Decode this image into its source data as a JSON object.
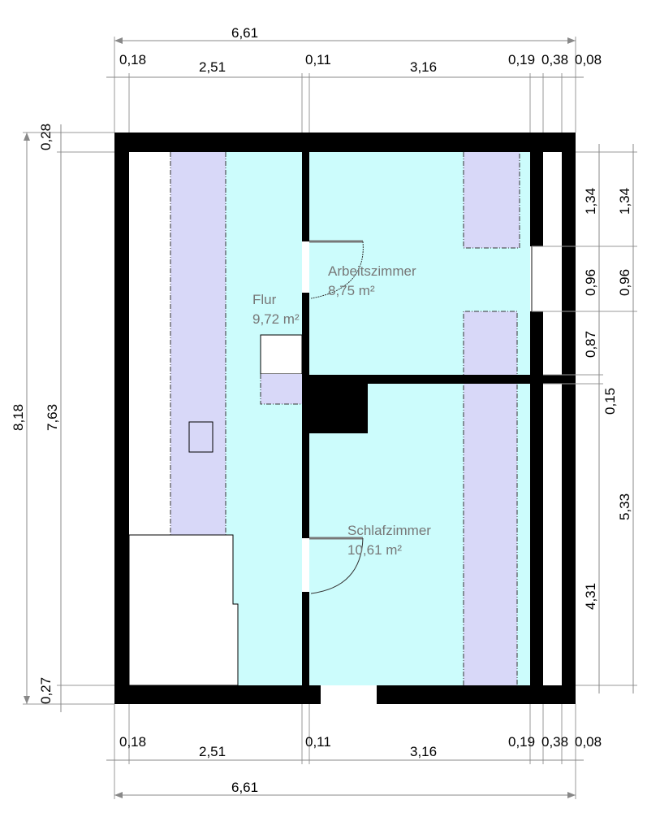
{
  "plan": {
    "rooms": [
      {
        "name": "Flur",
        "area": "9,72 m²"
      },
      {
        "name": "Arbeitszimmer",
        "area": "8,75 m²"
      },
      {
        "name": "Schlafzimmer",
        "area": "10,61 m²"
      }
    ],
    "dimensions": {
      "top_total": "6,61",
      "top_segments": [
        "0,18",
        "2,51",
        "0,11",
        "3,16",
        "0,19",
        "0,38",
        "0,08"
      ],
      "bottom_total": "6,61",
      "bottom_segments": [
        "0,18",
        "2,51",
        "0,11",
        "3,16",
        "0,19",
        "0,38",
        "0,08"
      ],
      "left_total": "8,18",
      "left_segments": [
        "0,28",
        "7,63",
        "0,27"
      ],
      "right_inner": [
        "1,34",
        "0,96",
        "0,87",
        "0,15",
        "4,31"
      ],
      "right_outer": [
        "1,34",
        "0,96",
        "5,33"
      ]
    }
  }
}
